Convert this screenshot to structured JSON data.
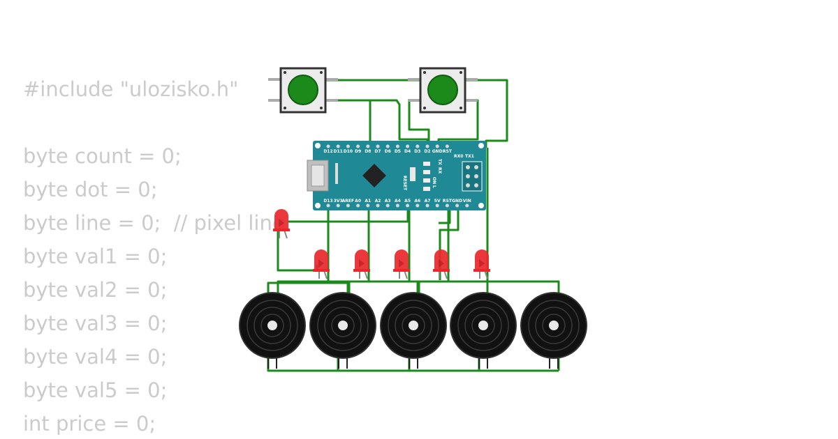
{
  "code": {
    "lines": [
      "#include \"ulozisko.h\"",
      "",
      "byte count = 0;",
      "byte dot = 0;",
      "byte line = 0;  // pixel line",
      "byte val1 = 0;",
      "byte val2 = 0;",
      "byte val3 = 0;",
      "byte val4 = 0;",
      "byte val5 = 0;",
      "int price = 0;"
    ]
  },
  "components": {
    "pushbuttons": [
      {
        "name": "button-1",
        "color": "#1b8a1b"
      },
      {
        "name": "button-2",
        "color": "#1b8a1b"
      }
    ],
    "leds": [
      {
        "name": "led-1",
        "color": "#e8272c"
      },
      {
        "name": "led-2",
        "color": "#e8272c"
      },
      {
        "name": "led-3",
        "color": "#e8272c"
      },
      {
        "name": "led-4",
        "color": "#e8272c"
      },
      {
        "name": "led-5",
        "color": "#e8272c"
      },
      {
        "name": "led-6",
        "color": "#e8272c"
      }
    ],
    "buzzers": [
      {
        "name": "buzzer-1"
      },
      {
        "name": "buzzer-2"
      },
      {
        "name": "buzzer-3"
      },
      {
        "name": "buzzer-4"
      },
      {
        "name": "buzzer-5"
      }
    ],
    "board": {
      "name": "arduino-nano",
      "color": "#1f8a96",
      "top_pins": [
        "D12",
        "D11",
        "D10",
        "D9",
        "D8",
        "D7",
        "D6",
        "D5",
        "D4",
        "D3",
        "D2",
        "GND",
        "RST",
        "RX0",
        "TX1"
      ],
      "bottom_pins": [
        "D13",
        "3V3",
        "AREF",
        "A0",
        "A1",
        "A2",
        "A3",
        "A4",
        "A5",
        "A6",
        "A7",
        "5V",
        "RST",
        "GND",
        "VIN"
      ],
      "labels": {
        "reset": "RESET",
        "tx": "TX",
        "rx": "RX",
        "on": "ON",
        "l": "L",
        "rx0": "RX0",
        "tx1": "TX1"
      }
    }
  },
  "wire_color": "#1a8a1a"
}
